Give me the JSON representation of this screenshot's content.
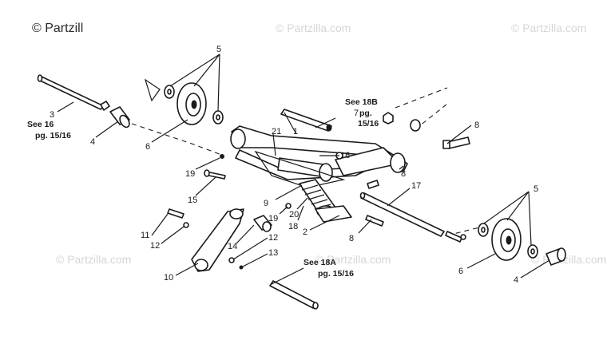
{
  "watermark": {
    "primary": "© Partzilla",
    "repeat": "© Partzilla.com",
    "short": "© Partzill"
  },
  "callouts": {
    "n1": "1",
    "n2": "2",
    "n3": "3",
    "n4a": "4",
    "n4b": "4",
    "n5a": "5",
    "n5b": "5",
    "n6a": "6",
    "n6b": "6",
    "n7": "7",
    "n8a": "8",
    "n8b": "8",
    "n8c": "8",
    "n9": "9",
    "n10": "10",
    "n11": "11",
    "n12a": "12",
    "n12b": "12",
    "n13": "13",
    "n14": "14",
    "n15": "15",
    "n16": "16",
    "n17": "17",
    "n18": "18",
    "n19a": "19",
    "n19b": "19",
    "n20": "20",
    "n21": "21"
  },
  "notes": {
    "see16": "See 16",
    "see16_pg": "pg. 15/16",
    "see18b": "See 18B",
    "see18b_pg": "pg.",
    "see18b_pg2": "15/16",
    "see18a": "See 18A",
    "see18a_pg": "pg. 15/16"
  }
}
